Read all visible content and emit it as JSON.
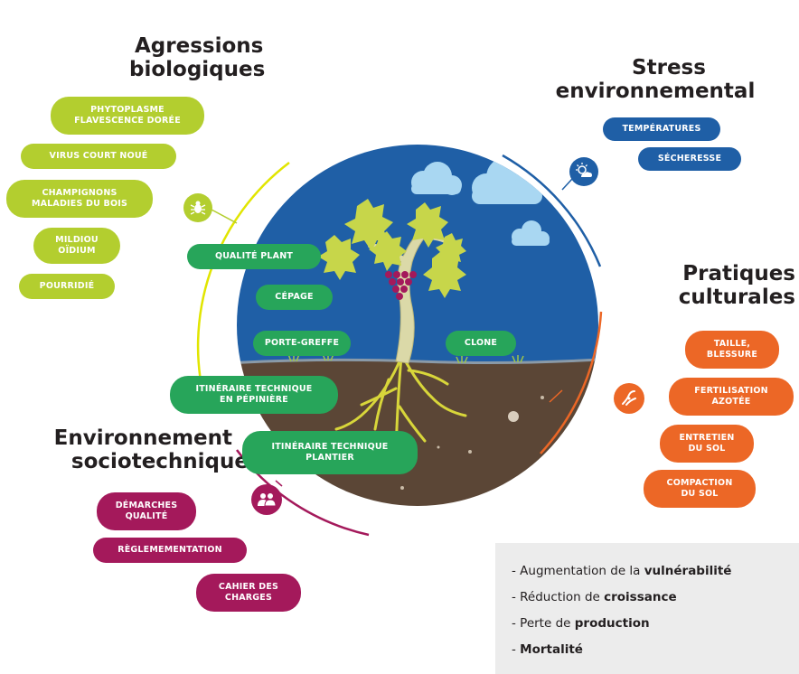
{
  "groups": {
    "bio": {
      "title_l1": "Agressions",
      "title_l2": "biologiques",
      "color": "#b3ce2f",
      "icon": "bug-icon",
      "items": [
        "PHYTOPLASME\nFLAVESCENCE DORÉE",
        "VIRUS COURT NOUÉ",
        "CHAMPIGNONS\nMALADIES DU BOIS",
        "MILDIOU\nOÏDIUM",
        "POURRIDIÉ"
      ]
    },
    "stress": {
      "title_l1": "Stress",
      "title_l2": "environnemental",
      "color": "#1f5fa6",
      "icon": "sun-cloud-icon",
      "items": [
        "TEMPÉRATURES",
        "SÉCHERESSE"
      ]
    },
    "pratiques": {
      "title_l1": "Pratiques",
      "title_l2": "culturales",
      "color": "#ec6726",
      "icon": "pruning-shears-icon",
      "items": [
        "TAILLE,\nBLESSURE",
        "FERTILISATION\nAZOTÉE",
        "ENTRETIEN\nDU SOL",
        "COMPACTION\nDU SOL"
      ]
    },
    "socio": {
      "title_l1": "Environnement",
      "title_l2": "sociotechnique",
      "color": "#a4195b",
      "icon": "people-icon",
      "items": [
        "DÉMARCHES\nQUALITÉ",
        "RÈGLEMEMENTATION",
        "CAHIER DES\nCHARGES"
      ]
    }
  },
  "plant_factors": {
    "color": "#27a55a",
    "items": [
      "QUALITÉ PLANT",
      "CÉPAGE",
      "PORTE-GREFFE",
      "CLONE",
      "ITINÉRAIRE TECHNIQUE\nEN PÉPINIÈRE",
      "ITINÉRAIRE TECHNIQUE\nPLANTIER"
    ]
  },
  "consequences": [
    {
      "prefix": "- Augmentation de la ",
      "bold": "vulnérabilité"
    },
    {
      "prefix": "- Réduction de ",
      "bold": "croissance"
    },
    {
      "prefix": "- Perte de ",
      "bold": "production"
    },
    {
      "prefix": "- ",
      "bold": "Mortalité"
    }
  ],
  "colors": {
    "sky": "#1f5fa6",
    "soil": "#5b4636",
    "vine_leaf": "#c7d64a",
    "grape": "#a4195b"
  }
}
